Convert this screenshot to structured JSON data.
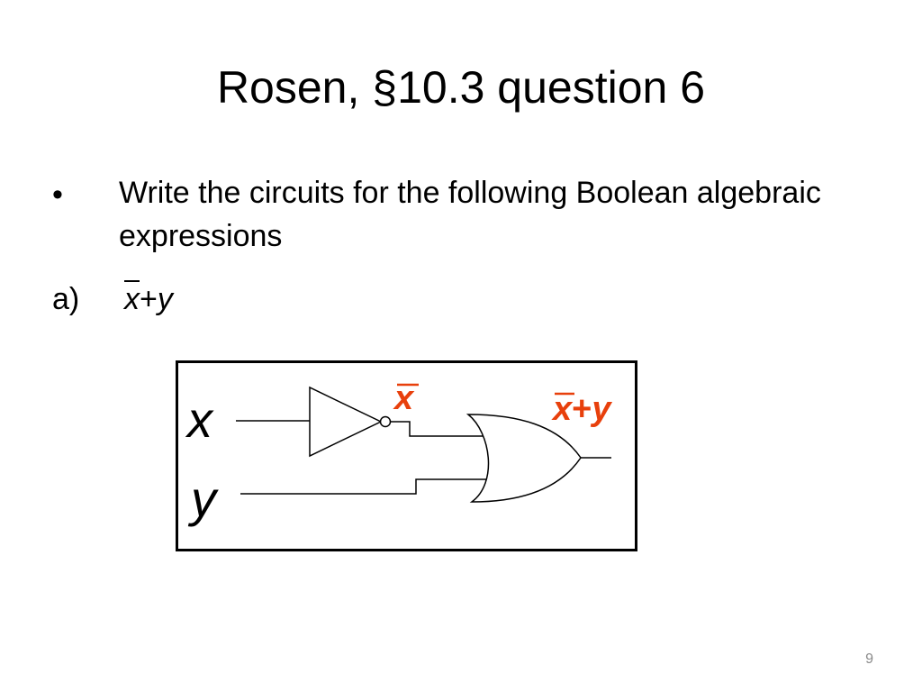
{
  "title": "Rosen, §10.3 question 6",
  "bullet": {
    "marker": "•",
    "text": "Write the circuits for the following Boolean algebraic expressions"
  },
  "item": {
    "label": "a)",
    "expr_var1": "x",
    "expr_op": "+",
    "expr_var2": "y"
  },
  "circuit": {
    "input_x": "x",
    "input_y": "y",
    "not_output": "x",
    "or_output_var1": "x",
    "or_output_op": "+",
    "or_output_var2": "y",
    "label_color": "#e8400c"
  },
  "page_number": "9"
}
